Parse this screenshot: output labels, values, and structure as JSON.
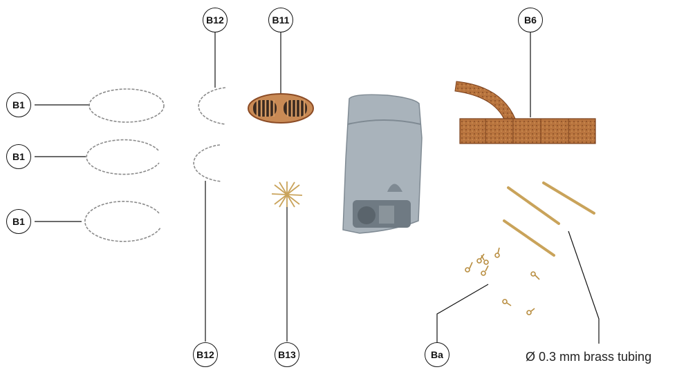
{
  "labels": {
    "b1_top": "B1",
    "b1_mid": "B1",
    "b1_bot": "B1",
    "b12_top": "B12",
    "b12_bot": "B12",
    "b11": "B11",
    "b13": "B13",
    "b6": "B6",
    "ba": "Ba"
  },
  "caption": "Ø 0.3 mm brass tubing",
  "colors": {
    "resin": "#a9b3bb",
    "resin_shadow": "#7f8a93",
    "brass": "#c9a35a",
    "etch_copper": "#b0673a",
    "wire": "#8a8a8a",
    "line": "#111111"
  }
}
